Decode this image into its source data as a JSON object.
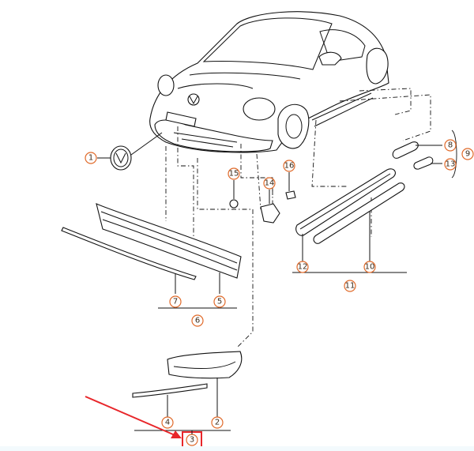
{
  "callouts": {
    "c1": "1",
    "c2": "2",
    "c3": "3",
    "c4": "4",
    "c5": "5",
    "c6": "6",
    "c7": "7",
    "c8": "8",
    "c9": "9",
    "c10": "10",
    "c11": "11",
    "c12": "12",
    "c13": "13",
    "c14": "14",
    "c15": "15",
    "c16": "16"
  },
  "colors": {
    "callout": "#e06a2a",
    "highlight": "#e8262a",
    "line": "#111111"
  },
  "highlighted_callout": "3"
}
